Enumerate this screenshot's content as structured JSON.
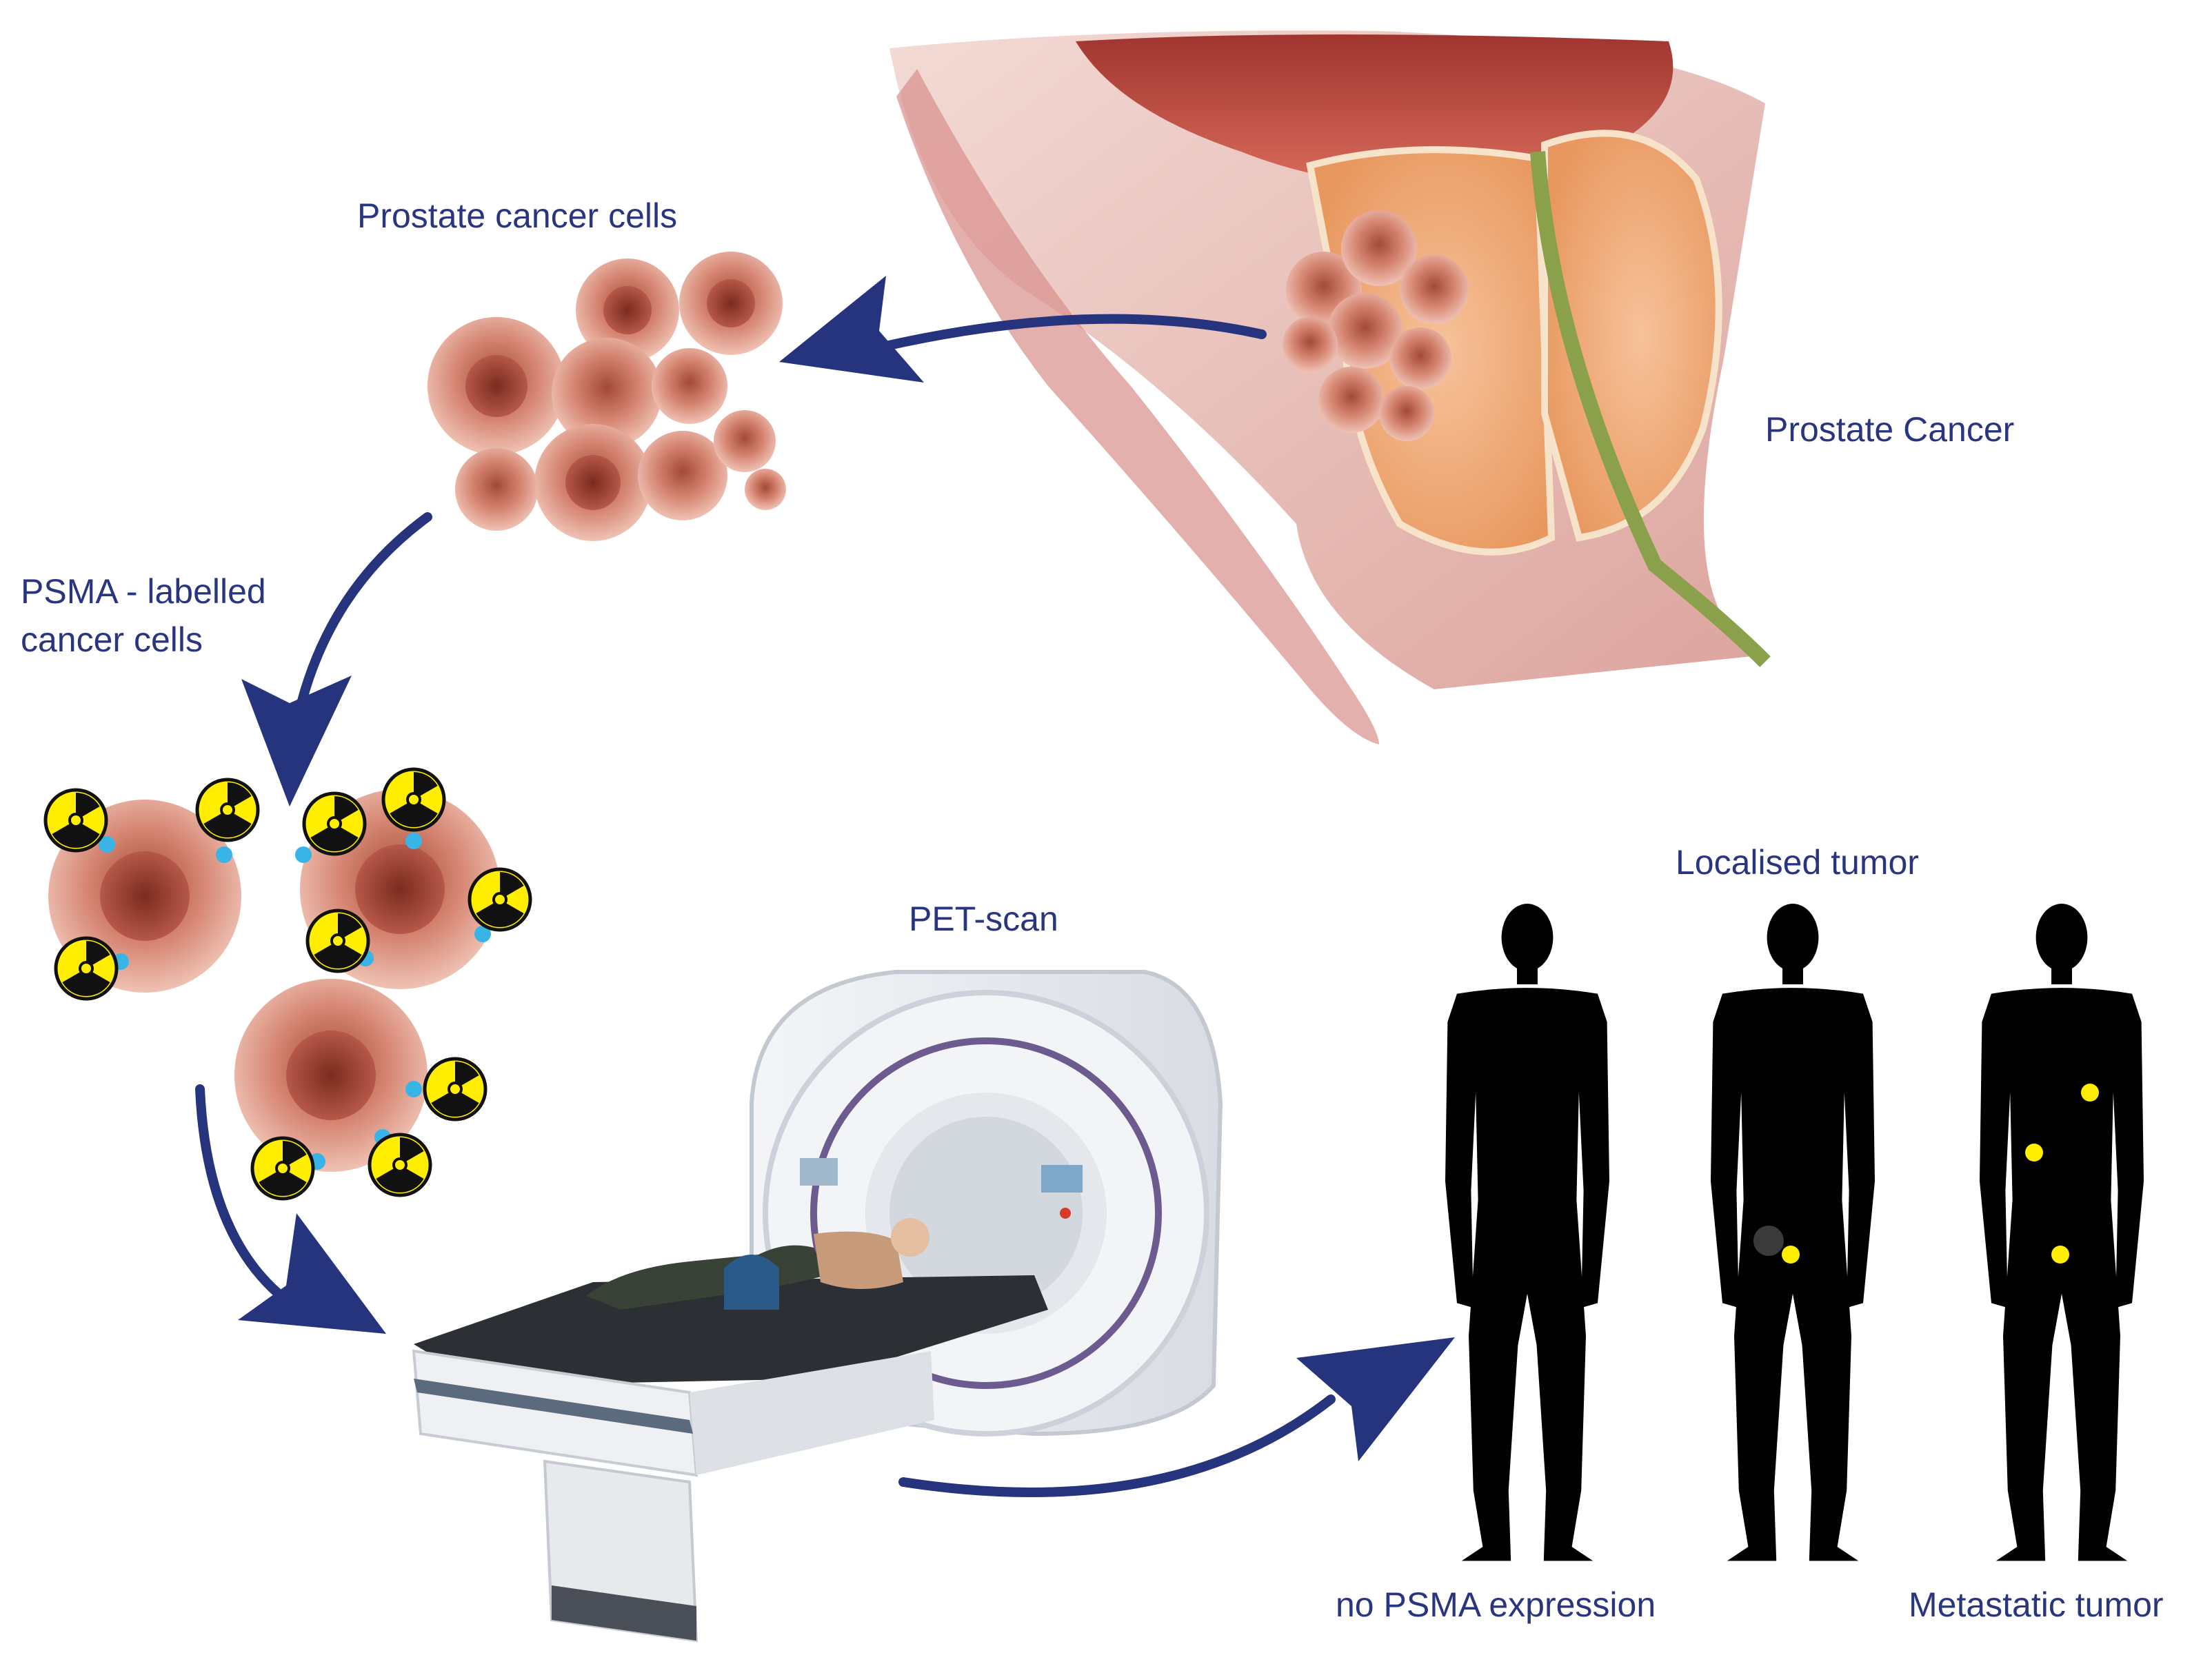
{
  "labels": {
    "prostate_cancer_cells": "Prostate cancer cells",
    "prostate_cancer": "Prostate Cancer",
    "psma_line1": "PSMA - labelled",
    "psma_line2": "cancer cells",
    "pet_scan": "PET-scan",
    "localised_tumor": "Localised tumor",
    "no_psma": "no PSMA expression",
    "metastatic_tumor": "Metastatic tumor"
  },
  "colors": {
    "label_text": "#2a3580",
    "arrow": "#26337d",
    "cell_fill": "#d98c7a",
    "cell_core": "#8c3a2a",
    "radiation_yellow": "#ffee00",
    "radiation_black": "#111111",
    "psma_dot": "#39b4e6",
    "tumor_dot": "#ffee00",
    "silhouette": "#000000"
  },
  "icons": [
    "radiation-icon",
    "arrow-icon",
    "human-silhouette-icon"
  ]
}
